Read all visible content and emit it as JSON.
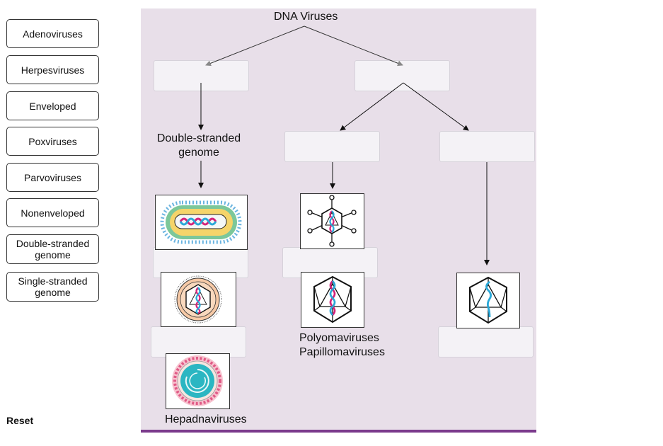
{
  "bank": {
    "items": [
      {
        "label": "Adenoviruses"
      },
      {
        "label": "Herpesviruses"
      },
      {
        "label": "Enveloped"
      },
      {
        "label": "Poxviruses"
      },
      {
        "label": "Parvoviruses"
      },
      {
        "label": "Nonenveloped"
      },
      {
        "label": "Double-stranded genome"
      },
      {
        "label": "Single-stranded genome"
      }
    ],
    "reset_label": "Reset"
  },
  "diagram": {
    "title": "DNA Viruses",
    "double_stranded_label": "Double-stranded genome",
    "polyoma_label": "Polyomaviruses",
    "papilloma_label": "Papillomaviruses",
    "hepadna_label": "Hepadnaviruses"
  },
  "colors": {
    "panel": "#e8dfe9",
    "panel_bar": "#7b3b8c",
    "drop_zone": "#f4f2f6",
    "dna_pink": "#d4237a",
    "dna_blue": "#2aa8d8"
  }
}
